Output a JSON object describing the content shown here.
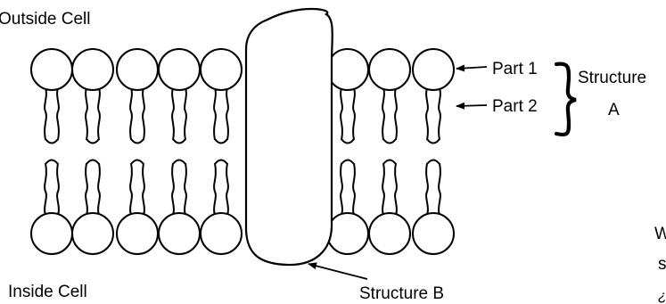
{
  "labels": {
    "outside": "Outside Cell",
    "inside": "Inside Cell",
    "part1": "Part 1",
    "part2": "Part 2",
    "structure_a_line1": "Structure",
    "structure_a_line2": "A",
    "structure_b": "Structure B"
  },
  "cutoff_text": {
    "line1": "W",
    "line2": "s",
    "line3": "¿"
  }
}
